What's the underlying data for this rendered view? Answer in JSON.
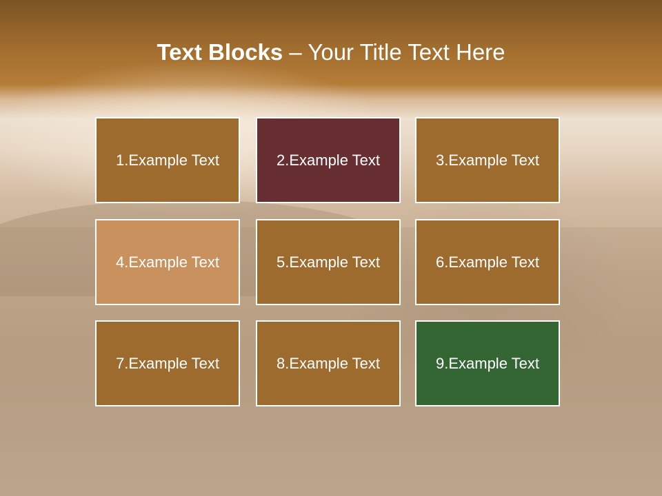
{
  "slide": {
    "title_bold": "Text Blocks",
    "title_separator": " – ",
    "title_rest": "Your Title Text Here"
  },
  "blocks": [
    {
      "label": "1.Example Text",
      "color": "#9e6b2f"
    },
    {
      "label": "2.Example Text",
      "color": "#672f32"
    },
    {
      "label": "3.Example Text",
      "color": "#9e6b2f"
    },
    {
      "label": "4.Example Text",
      "color": "#c9915d"
    },
    {
      "label": "5.Example Text",
      "color": "#9e6b2f"
    },
    {
      "label": "6.Example Text",
      "color": "#9e6b2f"
    },
    {
      "label": "7.Example Text",
      "color": "#9e6b2f"
    },
    {
      "label": "8.Example Text",
      "color": "#9e6b2f"
    },
    {
      "label": "9.Example Text",
      "color": "#336633"
    }
  ]
}
